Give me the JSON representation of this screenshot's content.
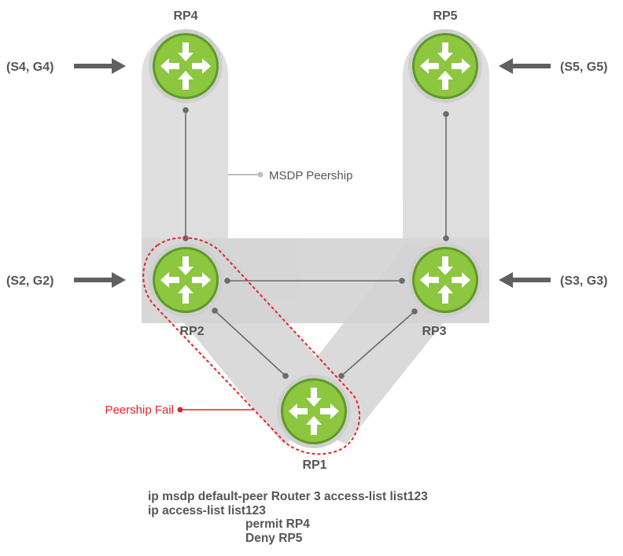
{
  "diagram": {
    "routers": [
      {
        "id": "rp4",
        "label": "RP4"
      },
      {
        "id": "rp5",
        "label": "RP5"
      },
      {
        "id": "rp2",
        "label": "RP2"
      },
      {
        "id": "rp3",
        "label": "RP3"
      },
      {
        "id": "rp1",
        "label": "RP1"
      }
    ],
    "sources": [
      {
        "id": "s4g4",
        "label": "(S4, G4)",
        "target": "RP4"
      },
      {
        "id": "s5g5",
        "label": "(S5, G5)",
        "target": "RP5"
      },
      {
        "id": "s2g2",
        "label": "(S2, G2)",
        "target": "RP2"
      },
      {
        "id": "s3g3",
        "label": "(S3, G3)",
        "target": "RP3"
      }
    ],
    "peerships": [
      {
        "from": "RP4",
        "to": "RP2"
      },
      {
        "from": "RP5",
        "to": "RP3"
      },
      {
        "from": "RP2",
        "to": "RP3"
      },
      {
        "from": "RP2",
        "to": "RP1"
      },
      {
        "from": "RP3",
        "to": "RP1"
      }
    ],
    "msdp_label": "MSDP Peership",
    "fail_label": "Peership Fail",
    "colors": {
      "router_fill": "#8dc63f",
      "router_ring": "#5e9a28",
      "halo": "#cfcfcf",
      "band": "#d9d9d9",
      "link": "#6b6b6b",
      "arrow": "#606060",
      "fail": "#e0262b",
      "label": "#555555"
    }
  },
  "config": {
    "lines": [
      "ip msdp default-peer Router 3 access-list list123",
      "ip access-list list123",
      "permit RP4",
      "Deny RP5"
    ]
  }
}
